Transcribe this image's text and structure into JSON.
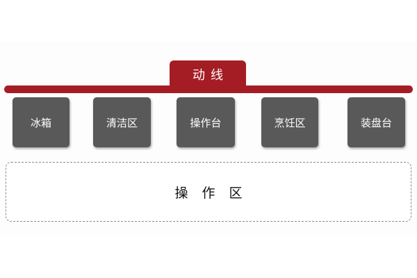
{
  "flow": {
    "label": "动线"
  },
  "stations": [
    {
      "label": "冰箱"
    },
    {
      "label": "清洁区"
    },
    {
      "label": "操作台"
    },
    {
      "label": "烹饪区"
    },
    {
      "label": "装盘台"
    }
  ],
  "operation_area": {
    "label": "操作区"
  },
  "colors": {
    "accent": "#a51d24",
    "station_fill": "#5a5959",
    "dashed_border": "#8a8a8a"
  }
}
